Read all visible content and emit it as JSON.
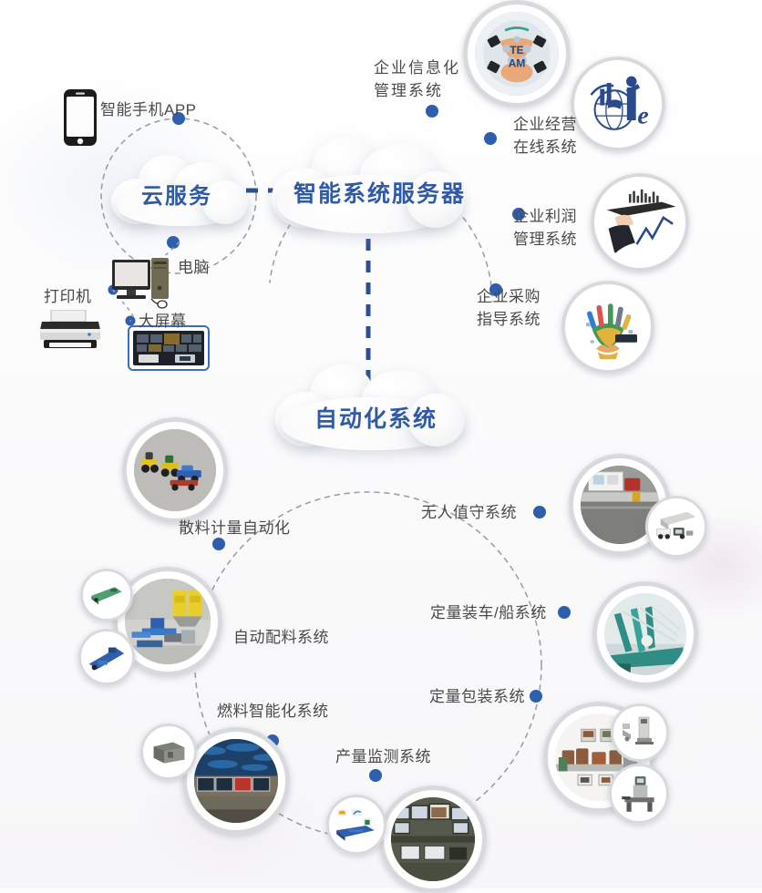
{
  "diagram": {
    "title": "智能系统架构图",
    "accent_blue": "#2f5aa6",
    "node_dot_color": "#2d5fae",
    "dashed_line_color": "#9aa0a8",
    "label_color": "#4a4a4a"
  },
  "clouds": {
    "cloud_service": {
      "label": "云服务"
    },
    "server": {
      "label": "智能系统服务器"
    },
    "automation": {
      "label": "自动化系统"
    }
  },
  "devices": [
    {
      "id": "smartphone",
      "label": "智能手机APP",
      "icon": "smartphone-icon"
    },
    {
      "id": "computer",
      "label": "电脑",
      "icon": "desktop-computer-icon"
    },
    {
      "id": "printer",
      "label": "打印机",
      "icon": "printer-icon"
    },
    {
      "id": "bigscreen",
      "label": "大屏幕",
      "icon": "large-display-icon"
    }
  ],
  "upper_systems": [
    {
      "id": "info-mgmt",
      "label": "企业信息化\n管理系统",
      "medallion": "team-badge-image"
    },
    {
      "id": "online-ops",
      "label": "企业经营\n在线系统",
      "medallion": "e-globe-image"
    },
    {
      "id": "profit-mgmt",
      "label": "企业利润\n管理系统",
      "medallion": "hand-chart-image"
    },
    {
      "id": "purchasing",
      "label": "企业采购\n指导系统",
      "medallion": "global-purchase-image"
    }
  ],
  "lower_systems": [
    {
      "id": "bulk-metering",
      "label": "散料计量自动化",
      "medallion": "bulk-loader-image"
    },
    {
      "id": "auto-batching",
      "label": "自动配料系统",
      "medallion": "batching-plant-image"
    },
    {
      "id": "fuel-intelligent",
      "label": "燃料智能化系统",
      "medallion": "control-room-image"
    },
    {
      "id": "output-monitor",
      "label": "产量监测系统",
      "medallion": "monitor-wall-image"
    },
    {
      "id": "quant-packing",
      "label": "定量包装系统",
      "medallion": "packing-line-image"
    },
    {
      "id": "quant-loading",
      "label": "定量装车/船系统",
      "medallion": "ship-loader-image"
    },
    {
      "id": "unattended",
      "label": "无人值守系统",
      "medallion": "weighbridge-image"
    }
  ]
}
